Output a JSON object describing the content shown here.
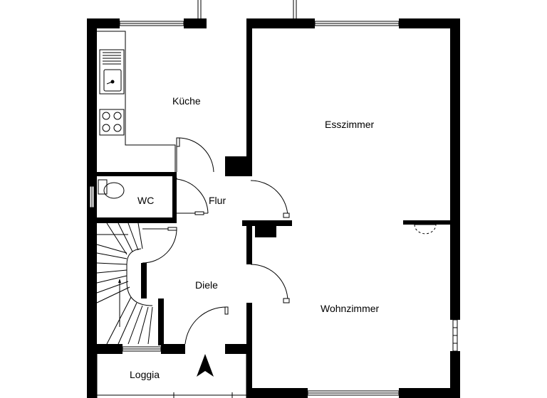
{
  "rooms": {
    "kueche": "Küche",
    "esszimmer": "Esszimmer",
    "wc": "WC",
    "flur": "Flur",
    "diele": "Diele",
    "wohnzimmer": "Wohnzimmer",
    "loggia": "Loggia"
  },
  "colors": {
    "wall": "#000000",
    "background": "#ffffff"
  },
  "icons": {
    "north": "north-arrow-icon",
    "sink": "sink-icon",
    "stove": "stove-icon",
    "toilet": "toilet-icon"
  }
}
